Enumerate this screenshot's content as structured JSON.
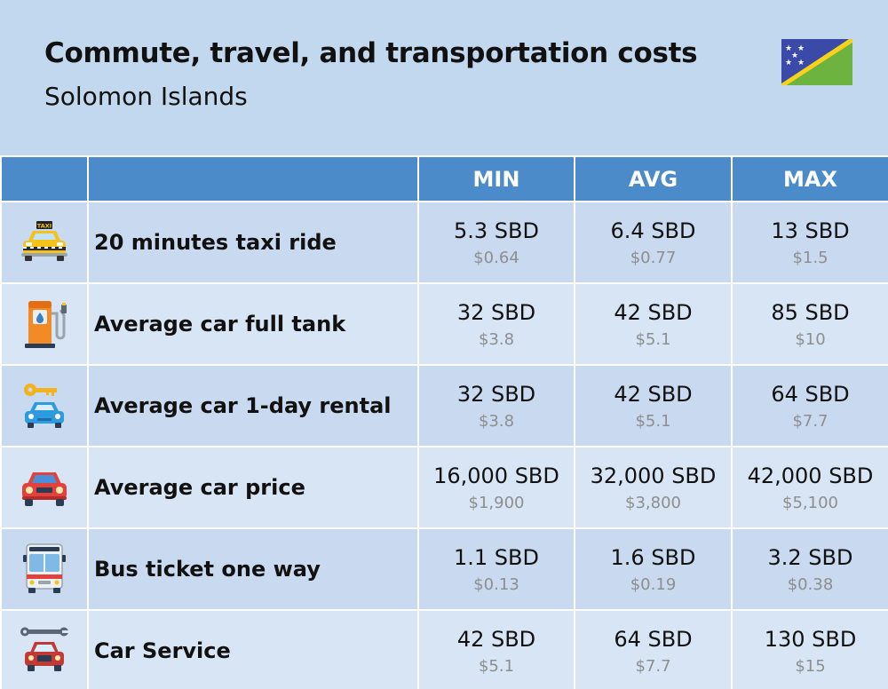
{
  "header": {
    "title": "Commute, travel, and transportation costs",
    "subtitle": "Solomon Islands",
    "flag": "solomon-islands-flag"
  },
  "columns": [
    "MIN",
    "AVG",
    "MAX"
  ],
  "rows": [
    {
      "label": "20 minutes taxi ride",
      "icon": "taxi-icon",
      "min": "5.3 SBD",
      "min_usd": "$0.64",
      "avg": "6.4 SBD",
      "avg_usd": "$0.77",
      "max": "13 SBD",
      "max_usd": "$1.5"
    },
    {
      "label": "Average car full tank",
      "icon": "fuel-pump-icon",
      "min": "32 SBD",
      "min_usd": "$3.8",
      "avg": "42 SBD",
      "avg_usd": "$5.1",
      "max": "85 SBD",
      "max_usd": "$10"
    },
    {
      "label": "Average car 1-day rental",
      "icon": "car-rental-key-icon",
      "min": "32 SBD",
      "min_usd": "$3.8",
      "avg": "42 SBD",
      "avg_usd": "$5.1",
      "max": "64 SBD",
      "max_usd": "$7.7"
    },
    {
      "label": "Average car price",
      "icon": "car-icon",
      "min": "16,000 SBD",
      "min_usd": "$1,900",
      "avg": "32,000 SBD",
      "avg_usd": "$3,800",
      "max": "42,000 SBD",
      "max_usd": "$5,100"
    },
    {
      "label": "Bus ticket one way",
      "icon": "bus-icon",
      "min": "1.1 SBD",
      "min_usd": "$0.13",
      "avg": "1.6 SBD",
      "avg_usd": "$0.19",
      "max": "3.2 SBD",
      "max_usd": "$0.38"
    },
    {
      "label": "Car Service",
      "icon": "car-service-wrench-icon",
      "min": "42 SBD",
      "min_usd": "$5.1",
      "avg": "64 SBD",
      "avg_usd": "$7.7",
      "max": "130 SBD",
      "max_usd": "$15"
    }
  ],
  "icon_text": {
    "taxi_sign": "TAXI"
  }
}
